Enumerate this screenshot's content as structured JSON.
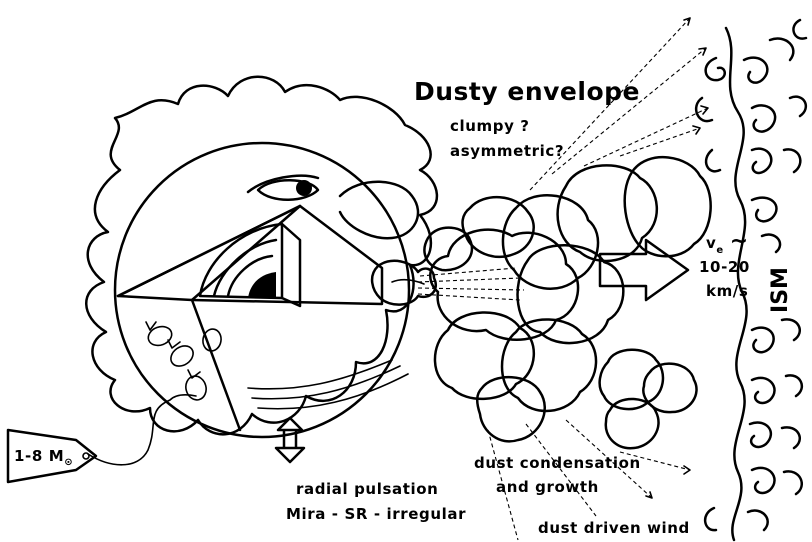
{
  "labels": {
    "title": "Dusty envelope",
    "clumpy": "clumpy ?",
    "asymmetric": "asymmetric?",
    "velocity_symbol": "v",
    "velocity_sub": "e",
    "velocity_tilde": "~",
    "velocity_range": "10-20",
    "velocity_unit": "km/s",
    "ism": "ISM",
    "mass_tag": "1-8 M",
    "mass_tag_sub": "⊙",
    "condensation_1": "dust condensation",
    "condensation_2": "and growth",
    "pulsation_1": "radial pulsation",
    "pulsation_2": "Mira - SR - irregular",
    "wind": "dust driven wind"
  },
  "colors": {
    "ink": "#000000",
    "paper": "#ffffff",
    "cloud_light": "#e6e6e6",
    "cloud_mid_light": "#c8c8c8",
    "cloud_mid": "#a4a4a4",
    "cloud_dark": "#7c7c7c",
    "cloud_darker": "#585858",
    "cloud_darkest": "#2e2e2e"
  }
}
